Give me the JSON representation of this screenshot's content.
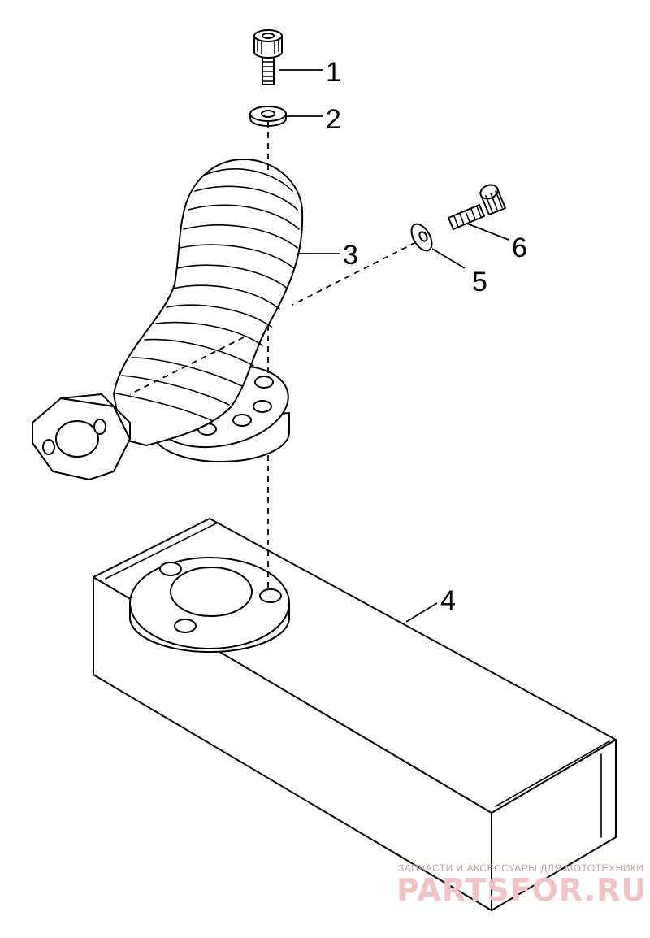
{
  "callouts": [
    {
      "id": "1",
      "label": "1"
    },
    {
      "id": "2",
      "label": "2"
    },
    {
      "id": "3",
      "label": "3"
    },
    {
      "id": "4",
      "label": "4"
    },
    {
      "id": "5",
      "label": "5"
    },
    {
      "id": "6",
      "label": "6"
    }
  ],
  "watermark": {
    "tagline": "ЗАПЧАСТИ И АКСЕССУАРЫ ДЛЯ МОТОТЕХНИКИ",
    "brand": "PARTSFOR.RU"
  },
  "colors": {
    "line": "#000000",
    "background": "#ffffff",
    "watermark": "#f2c3c3"
  }
}
